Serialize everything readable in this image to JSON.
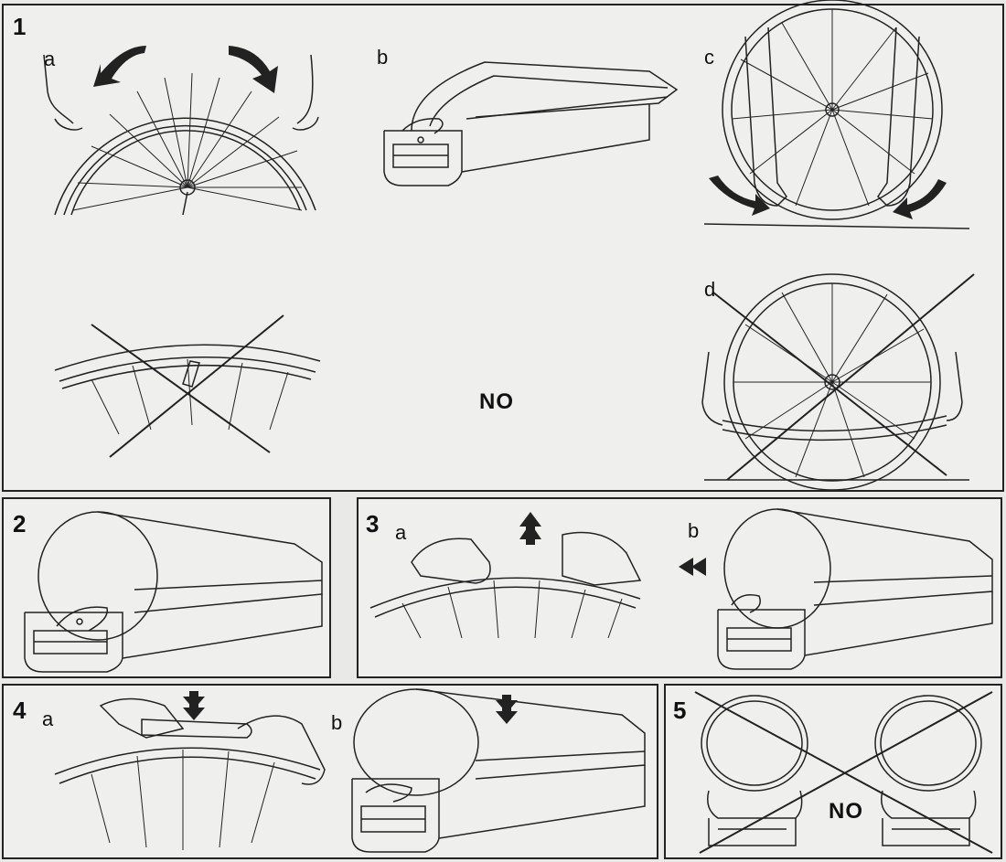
{
  "panels": [
    {
      "number": "1",
      "subs": [
        "a",
        "b",
        "c",
        "d"
      ],
      "no_label": "NO"
    },
    {
      "number": "2"
    },
    {
      "number": "3",
      "subs": [
        "a",
        "b"
      ]
    },
    {
      "number": "4",
      "subs": [
        "a",
        "b"
      ]
    },
    {
      "number": "5",
      "no_label": "NO"
    }
  ],
  "icons": [
    "curved-arrow-icon",
    "up-arrow-icon",
    "left-arrow-icon",
    "down-arrow-icon",
    "cross-out-icon"
  ]
}
